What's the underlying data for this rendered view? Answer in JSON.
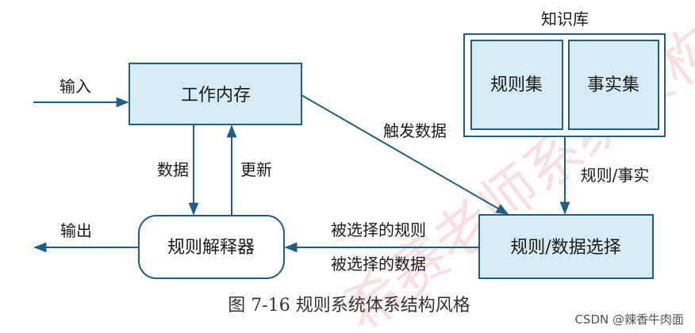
{
  "diagram": {
    "nodes": {
      "working_memory": "工作内存",
      "knowledge_base": "知识库",
      "rule_set": "规则集",
      "fact_set": "事实集",
      "rule_interpreter": "规则解释器",
      "rule_data_select": "规则/数据选择"
    },
    "edges": {
      "input": "输入",
      "output": "输出",
      "data": "数据",
      "update": "更新",
      "trigger_data": "触发数据",
      "rules_facts": "规则/事实",
      "selected_rules": "被选择的规则",
      "selected_data": "被选择的数据"
    },
    "caption": "图 7-16   规则系统体系结构风格",
    "watermark": "CSDN @辣香牛肉面",
    "background_watermark": "希赛老师系统架构"
  },
  "colors": {
    "box_fill": "#d6ebf3",
    "stroke": "#1f5f86",
    "caption": "#333333"
  }
}
